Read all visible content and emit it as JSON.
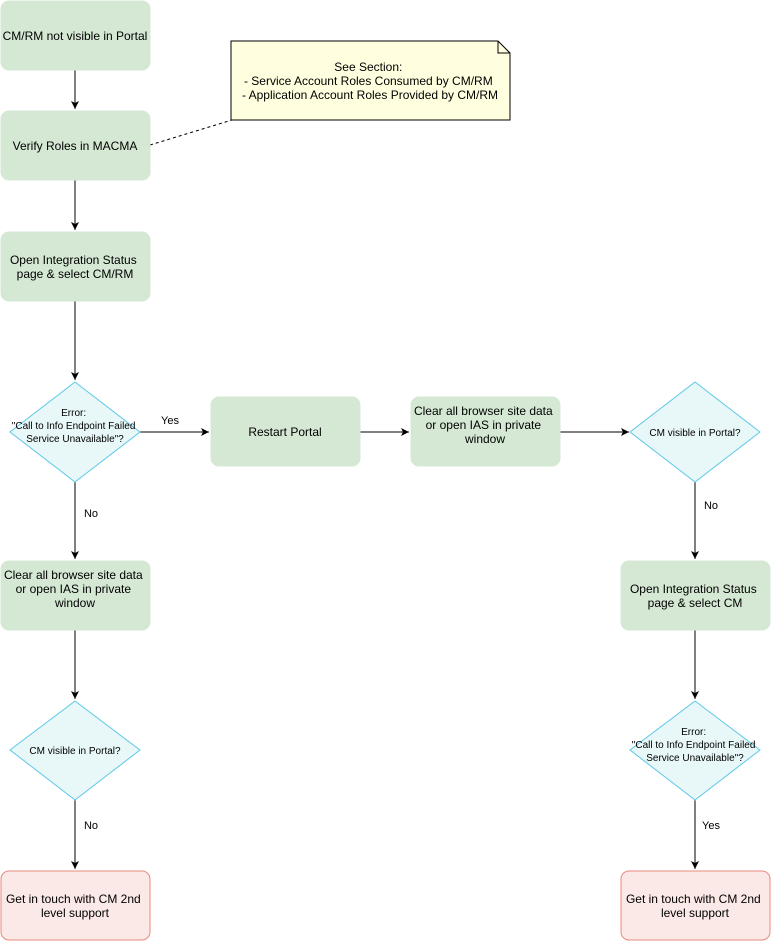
{
  "colors": {
    "process_fill": "#d5e8d4",
    "diamond_fill": "#e8f7f7",
    "diamond_stroke": "#5cc8e8",
    "end_fill": "#fae9e6",
    "end_stroke": "#e88a7c",
    "note_fill": "#ffffe0",
    "line": "#000000"
  },
  "nodes": {
    "start": "CM/RM not visible in Portal",
    "verify_roles": "Verify Roles in MACMA",
    "open_integration_1": [
      "Open Integration Status",
      "page & select CM/RM"
    ],
    "error_1": [
      "Error:",
      "\"Call to Info Endpoint Failed",
      "Service Unavailable\"?"
    ],
    "restart_portal": "Restart Portal",
    "clear_browser_top": [
      "Clear all browser site data",
      "or open IAS in private",
      "window"
    ],
    "visible_right": "CM visible in Portal?",
    "clear_browser_left": [
      "Clear all browser site data",
      "or open IAS in private",
      "window"
    ],
    "visible_left": "CM visible in Portal?",
    "end_left": [
      "Get in touch with CM 2nd",
      "level support"
    ],
    "open_integration_2": [
      "Open Integration Status",
      "page & select CM"
    ],
    "error_2": [
      "Error:",
      "\"Call to Info Endpoint Failed",
      "Service Unavailable\"?"
    ],
    "end_right": [
      "Get in touch with CM 2nd",
      "level support"
    ]
  },
  "note": [
    "See Section:",
    "- Service Account Roles Consumed by CM/RM",
    "- Application Account Roles Provided by CM/RM"
  ],
  "edge_labels": {
    "error1_yes": "Yes",
    "error1_no": "No",
    "visible_right_no": "No",
    "visible_left_no": "No",
    "error2_yes": "Yes"
  }
}
